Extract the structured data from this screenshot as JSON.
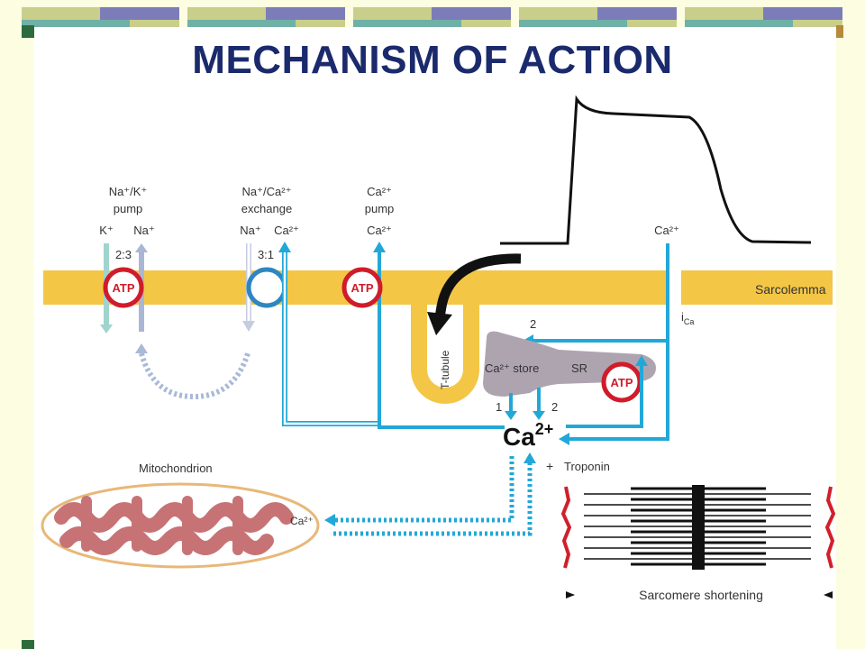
{
  "slide": {
    "title": "MECHANISM OF ACTION"
  },
  "colors": {
    "background": "#fdfde2",
    "title": "#1a2a6c",
    "membrane": "#f3c646",
    "calcium_arrow": "#22a8d8",
    "atp_ring": "#d01c2a",
    "sr_fill": "#aea4b0",
    "mitochondrion_fill": "#c77375",
    "exchanger": "#2e86c1"
  },
  "diagram": {
    "na_k_pump_label_1": "Na⁺/K⁺",
    "na_k_pump_label_2": "pump",
    "k_ion": "K⁺",
    "na_ion_pump": "Na⁺",
    "pump_ratio": "2:3",
    "atp": "ATP",
    "exchange_label_1": "Na⁺/Ca²⁺",
    "exchange_label_2": "exchange",
    "na_ion_exchange": "Na⁺",
    "ca_ion_exchange": "Ca²⁺",
    "exchange_ratio": "3:1",
    "ca_pump_label_1": "Ca²⁺",
    "ca_pump_label_2": "pump",
    "ca_ion_pump": "Ca²⁺",
    "ca_channel": "Ca²⁺",
    "sarcolemma": "Sarcolemma",
    "i_ca": "i",
    "i_ca_sub": "Ca",
    "t_tubule": "T-tubule",
    "ca_store": "Ca²⁺ store",
    "sr": "SR",
    "step_1": "1",
    "step_2_top": "2",
    "step_2_bottom": "2",
    "ca_main": "Ca",
    "ca_main_charge": "2+",
    "plus": "+",
    "troponin": "Troponin",
    "mitochondrion": "Mitochondrion",
    "ca_mito": "Ca²⁺",
    "sarcomere": "Sarcomere shortening"
  }
}
